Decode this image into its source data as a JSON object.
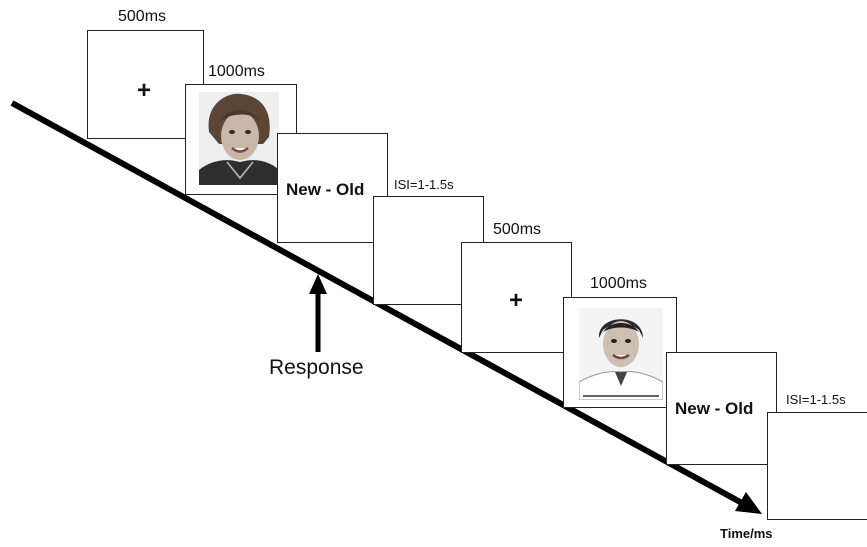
{
  "trial1": {
    "fixation": {
      "duration": "500ms",
      "symbol": "+"
    },
    "face": {
      "duration": "1000ms",
      "icon": "female-face-photo"
    },
    "decision": {
      "text": "New - Old"
    },
    "isi": {
      "label": "ISI=1-1.5s"
    }
  },
  "trial2": {
    "fixation": {
      "duration": "500ms",
      "symbol": "+"
    },
    "face": {
      "duration": "1000ms",
      "icon": "male-face-photo"
    },
    "decision": {
      "text": "New - Old"
    },
    "isi": {
      "label": "ISI=1-1.5s"
    }
  },
  "response": {
    "label": "Response"
  },
  "timeline": {
    "label": "Time/ms"
  }
}
